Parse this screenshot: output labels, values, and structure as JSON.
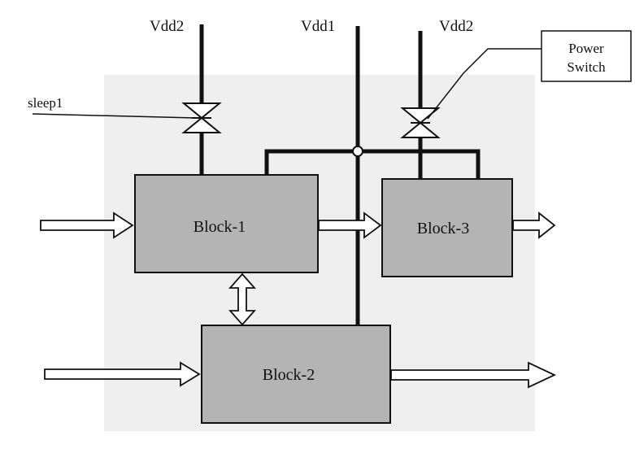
{
  "rails": {
    "vdd2_left": "Vdd2",
    "vdd1": "Vdd1",
    "vdd2_right": "Vdd2"
  },
  "blocks": {
    "block1": "Block-1",
    "block2": "Block-2",
    "block3": "Block-3"
  },
  "signals": {
    "sleep": "sleep1"
  },
  "callout": {
    "line1": "Power",
    "line2": "Switch"
  },
  "colors": {
    "block_fill": "#b4b4b4",
    "background_patch": "#efefef",
    "line": "#111111",
    "arrow_fill": "#ffffff"
  }
}
